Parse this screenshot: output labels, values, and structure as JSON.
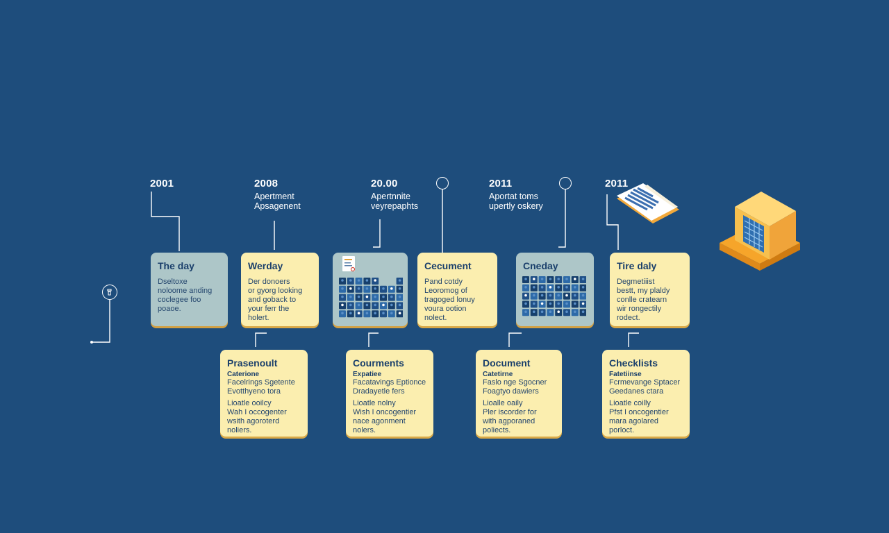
{
  "colors": {
    "background": "#1e4d7c",
    "card_yellow": "#fbeeaf",
    "card_teal": "#adc6c8",
    "card_shadow": "#d9a947",
    "title_text": "#1a3f6b",
    "line": "#ffffff",
    "computer_orange": "#f6a52a"
  },
  "top_row": [
    {
      "year": "2001",
      "subtitle": "",
      "card_title": "The day",
      "card_body": "Dseltoxe\nnoloome anding\ncoclegee foo\npoaoe.",
      "variant": "teal"
    },
    {
      "year": "2008",
      "subtitle": "Apertment\nApsagenent",
      "card_title": "Werday",
      "card_body": "Der donoers\nor gyorg looking\nand goback to\nyour ferr the\nholert.",
      "variant": "yellow"
    },
    {
      "year": "20.00",
      "subtitle": "Apertnnite\nveyrepaphts",
      "card_title": "",
      "card_body": "",
      "variant": "teal"
    },
    {
      "year": "",
      "subtitle": "",
      "card_title": "Cecument",
      "card_body": "Pand cotdy\nLeoromog of\ntragoged lonuy\nvoura ootion\nnolect.",
      "variant": "yellow"
    },
    {
      "year": "2011",
      "subtitle": "Aportat toms\nupertly oskery",
      "card_title": "Cneday",
      "card_body": "",
      "variant": "teal"
    },
    {
      "year": "2011",
      "subtitle": "",
      "card_title": "Tire daly",
      "card_body": "Degmetiiist\nbestt, my plaldy\nconlle cratearn\nwir rongectily\nrodect.",
      "variant": "yellow"
    }
  ],
  "bottom_row": [
    {
      "card_title": "Prasenoult",
      "label": "Caterione",
      "desc": "Facelrings Sgetente\nEvotthyeno tora",
      "desc2": "Lioatle ooilcy\nWah I occogenter\nwsith agoroterd\nnoliers."
    },
    {
      "card_title": "Courments",
      "label": "Expatiee",
      "desc": "Facatavings Eptionce\nDradayetle fers",
      "desc2": "Lioatle nolny\nWish I oncogentier\nnace agonment\nnolers."
    },
    {
      "card_title": "Document",
      "label": "Catetirne",
      "desc": "Faslo nge Sgocner\nFoagtyo dawiers",
      "desc2": "Lioalle oaily\nPler iscorder for\nwith agporaned\npoliects."
    },
    {
      "card_title": "Checklists",
      "label": "Fatetiinse",
      "desc": "Fcrmevange Sptacer\nGeedanes ctara",
      "desc2": "Lioatle coilly\nPfst I oncogentier\nmara agolared\nporloct."
    }
  ]
}
